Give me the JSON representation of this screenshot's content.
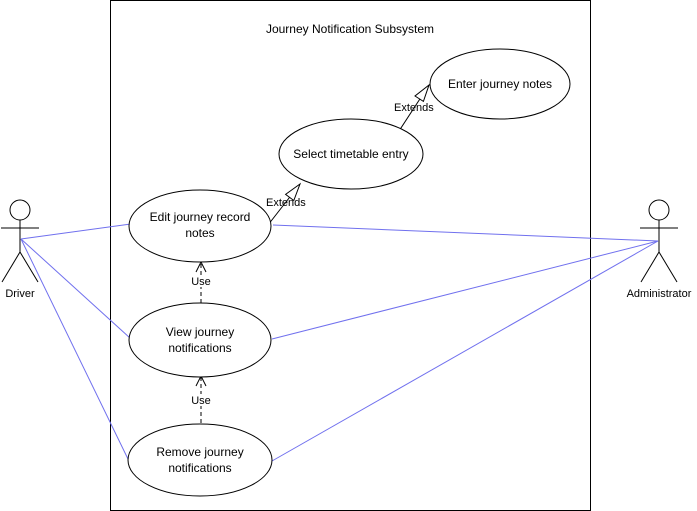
{
  "system": {
    "title": "Journey Notification Subsystem"
  },
  "actors": {
    "driver": "Driver",
    "administrator": "Administrator"
  },
  "use_cases": {
    "enter_notes": "Enter journey notes",
    "select_timetable": "Select timetable entry",
    "edit_notes_line1": "Edit journey record",
    "edit_notes_line2": "notes",
    "view_notifications_line1": "View journey",
    "view_notifications_line2": "notifications",
    "remove_notifications_line1": "Remove journey",
    "remove_notifications_line2": "notifications"
  },
  "relations": {
    "extends_1": "Extends",
    "extends_2": "Extends",
    "use_1": "Use",
    "use_2": "Use"
  },
  "colors": {
    "association_line": "#7070ee",
    "outline": "#000000",
    "background": "#ffffff"
  }
}
